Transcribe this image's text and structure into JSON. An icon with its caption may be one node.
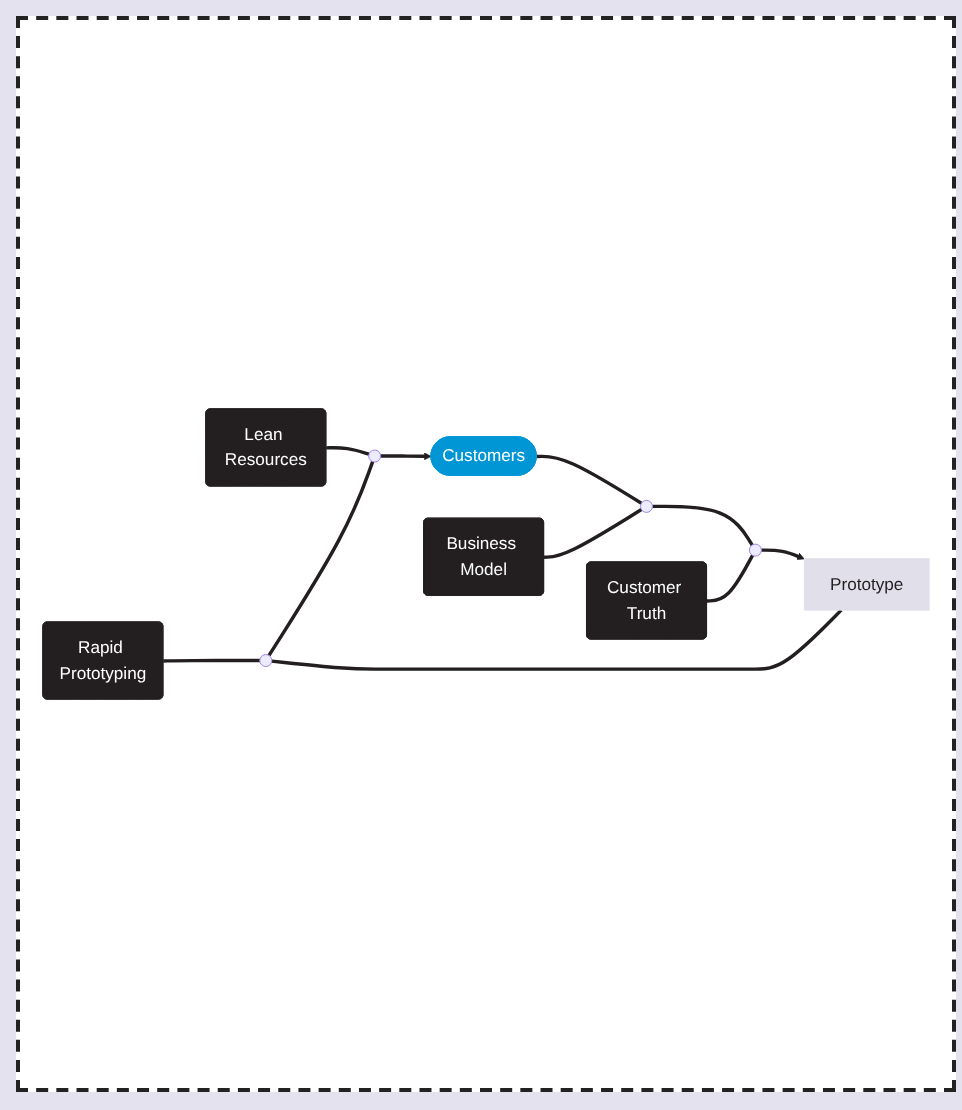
{
  "diagram": {
    "nodes": [
      {
        "text": [
          "Rapid Prototyping"
        ]
      },
      {
        "text": [
          "Lean Resources"
        ]
      },
      {
        "text": [],
        "shape": "circle"
      },
      {
        "text": [],
        "shape": "circle"
      },
      {
        "text": [
          "Prototype"
        ]
      },
      {
        "text": [
          "Customers"
        ]
      },
      {
        "text": [],
        "shape": "circle"
      },
      {
        "text": [],
        "shape": "circle"
      },
      {
        "text": [
          "Customer Truth"
        ]
      },
      {
        "text": [
          "Business Model"
        ]
      }
    ],
    "edges": [
      {
        "from": 4,
        "to": 2,
        "arrow": "none"
      },
      {
        "from": 2,
        "to": 3,
        "arrow": "none"
      },
      {
        "from": 3,
        "to": 5,
        "arrow": "to"
      },
      {
        "from": 5,
        "to": 7,
        "arrow": "none"
      },
      {
        "from": 7,
        "to": 6,
        "arrow": "none"
      },
      {
        "from": 6,
        "to": 4,
        "arrow": "to"
      },
      {
        "from": 0,
        "to": 2,
        "arrow": "none"
      },
      {
        "from": 1,
        "to": 3,
        "arrow": "none"
      },
      {
        "from": 8,
        "to": 6,
        "arrow": "none"
      },
      {
        "from": 9,
        "to": 7,
        "arrow": "none"
      }
    ]
  }
}
